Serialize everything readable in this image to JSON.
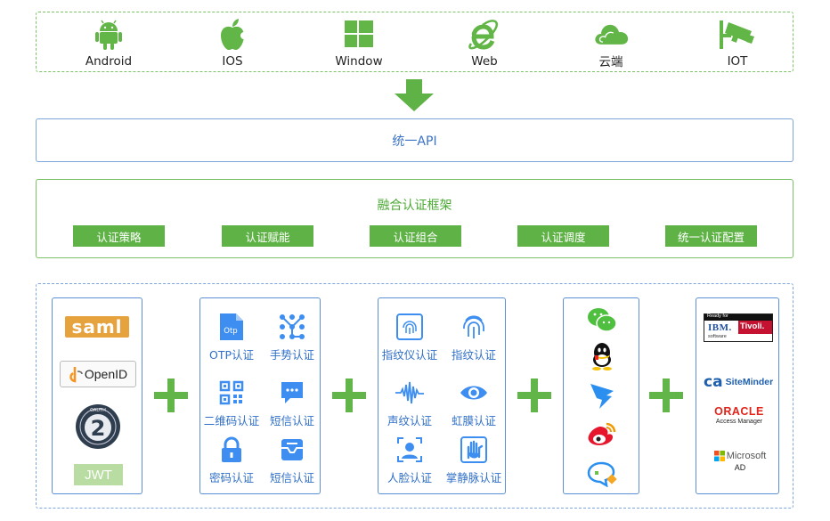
{
  "platforms": [
    {
      "label": "Android",
      "icon": "android-icon"
    },
    {
      "label": "IOS",
      "icon": "apple-icon"
    },
    {
      "label": "Window",
      "icon": "windows-icon"
    },
    {
      "label": "Web",
      "icon": "ie-icon"
    },
    {
      "label": "云端",
      "icon": "cloud-icon"
    },
    {
      "label": "IOT",
      "icon": "camera-icon"
    }
  ],
  "api": {
    "label": "统一API"
  },
  "framework": {
    "title": "融合认证框架",
    "tags": [
      "认证策略",
      "认证赋能",
      "认证组合",
      "认证调度",
      "统一认证配置"
    ]
  },
  "protocols": {
    "saml": "saml",
    "openid": "OpenID",
    "oauth_number": "2",
    "oauth_ring": "OAUTH",
    "jwt": "JWT"
  },
  "basic_auth": [
    {
      "label": "OTP认证",
      "icon": "otp-icon",
      "icon_text": "Otp"
    },
    {
      "label": "手势认证",
      "icon": "gesture-icon"
    },
    {
      "label": "二维码认证",
      "icon": "qrcode-icon"
    },
    {
      "label": "短信认证",
      "icon": "sms-icon"
    },
    {
      "label": "密码认证",
      "icon": "lock-icon"
    },
    {
      "label": "短信认证",
      "icon": "message-box-icon"
    }
  ],
  "bio_auth": [
    {
      "label": "指纹仪认证",
      "icon": "fingerprint-scanner-icon"
    },
    {
      "label": "指纹认证",
      "icon": "fingerprint-icon"
    },
    {
      "label": "声纹认证",
      "icon": "voiceprint-icon"
    },
    {
      "label": "虹膜认证",
      "icon": "iris-icon"
    },
    {
      "label": "人脸认证",
      "icon": "face-icon"
    },
    {
      "label": "掌静脉认证",
      "icon": "palm-icon"
    }
  ],
  "social": [
    "wechat-icon",
    "qq-icon",
    "dingtalk-icon",
    "weibo-icon",
    "chat-icon"
  ],
  "enterprise": {
    "ibm_ready": "Ready for",
    "ibm": "IBM.",
    "tivoli": "Tivoli.",
    "ibm_software": "software",
    "ca": "ca",
    "siteminder": "SiteMinder",
    "oracle": "ORACLE",
    "oracle_sub": "Access Manager",
    "microsoft": "Microsoft",
    "ad": "AD"
  },
  "colors": {
    "green": "#5fb246",
    "blue": "#2f6fc7",
    "border_blue": "#5b8fd6"
  }
}
